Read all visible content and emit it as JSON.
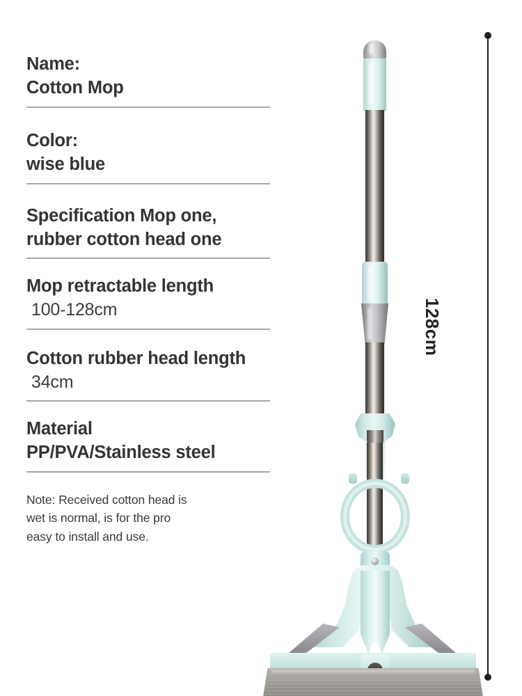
{
  "specs": [
    {
      "label": "Name:",
      "value": "Cotton Mop",
      "value_weight": "bold"
    },
    {
      "label": "Color:",
      "value": "wise blue",
      "value_weight": "bold"
    },
    {
      "label": "Specification Mop one,",
      "value": "rubber cotton head one",
      "value_weight": "bold"
    },
    {
      "label": "Mop retractable length",
      "value": "100-128cm",
      "value_weight": "light"
    },
    {
      "label": "Cotton rubber head length",
      "value": "34cm",
      "value_weight": "light"
    },
    {
      "label": "Material",
      "value": "PP/PVA/Stainless steel",
      "value_weight": "bold"
    }
  ],
  "note": {
    "line1": "Note: Received cotton head is",
    "line2": "wet is normal, is for the pro",
    "line3": "easy to install and use."
  },
  "dimension": {
    "label": "128cm"
  },
  "product": {
    "name": "cotton-mop",
    "colors": {
      "mint": "#c9e6e2",
      "mint_light": "#eefaf8",
      "mint_dark": "#9ec6c2",
      "steel_highlight": "#f2eee6",
      "steel_dark": "#3a3733",
      "sponge_gray": "#9b9792",
      "cap_gray": "#b9b9bb"
    }
  },
  "theme": {
    "background": "#ffffff",
    "text": "#343434",
    "divider": "#a8a8a8",
    "dimension_line": "#1f1f1f"
  }
}
